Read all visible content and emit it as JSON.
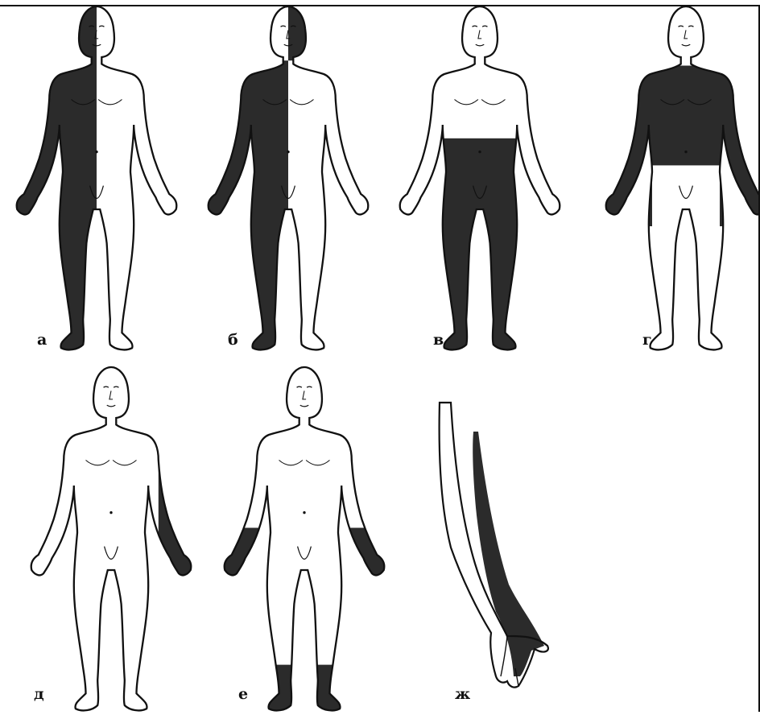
{
  "figure": {
    "colors": {
      "shade": "#2b2b2b",
      "outline": "#111111",
      "skin": "#ffffff"
    },
    "panels": [
      {
        "id": "a",
        "label": "а",
        "view": "body",
        "zone": "left-half"
      },
      {
        "id": "b",
        "label": "б",
        "view": "body",
        "zone": "left-half-face-right"
      },
      {
        "id": "c",
        "label": "в",
        "view": "body",
        "zone": "lower-body"
      },
      {
        "id": "d",
        "label": "г",
        "view": "body",
        "zone": "upper-trunk-arms"
      },
      {
        "id": "e",
        "label": "д",
        "view": "body",
        "zone": "ulnar-forearm"
      },
      {
        "id": "f",
        "label": "е",
        "view": "body",
        "zone": "gloves-socks"
      },
      {
        "id": "g",
        "label": "ж",
        "view": "arm",
        "zone": "ulnar-strip"
      }
    ]
  }
}
